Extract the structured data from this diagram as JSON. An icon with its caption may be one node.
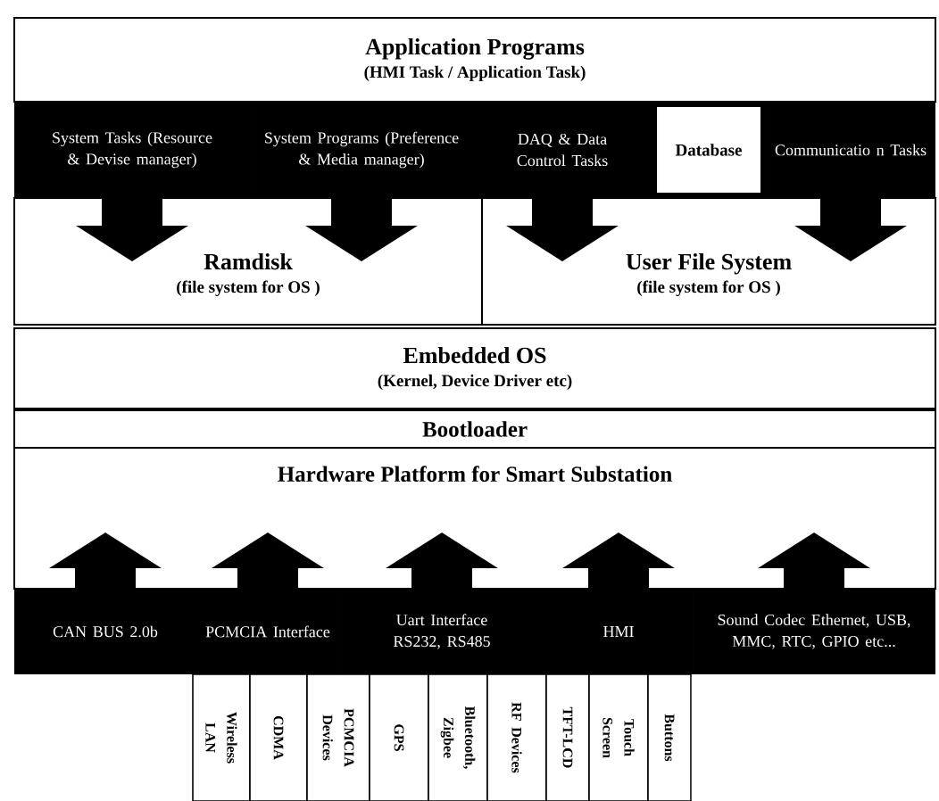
{
  "diagram": {
    "nodes": [
      {
        "text": [
          "Application Programs",
          "(HMI Task / Application Task)"
        ]
      },
      {
        "text": [
          "System Tasks (Resource & Devise manager)"
        ]
      },
      {
        "text": [
          "System Programs (Preference & Media manager)"
        ]
      },
      {
        "text": [
          "DAQ & Data Control Tasks"
        ]
      },
      {
        "text": [
          "Database"
        ]
      },
      {
        "text": [
          "Communicatio n Tasks"
        ]
      },
      {
        "text": [
          "Ramdisk",
          "(file system for OS )"
        ]
      },
      {
        "text": [
          "User File System",
          "(file system for OS )"
        ]
      },
      {
        "text": [
          "Embedded OS",
          "(Kernel, Device Driver etc)"
        ]
      },
      {
        "text": [
          "Bootloader"
        ]
      },
      {
        "text": [
          "Hardware Platform for Smart Substation"
        ]
      },
      {
        "text": [
          "CAN BUS 2.0b"
        ]
      },
      {
        "text": [
          "PCMCIA Interface"
        ]
      },
      {
        "text": [
          "Uart Interface RS232, RS485"
        ]
      },
      {
        "text": [
          "HMI"
        ]
      },
      {
        "text": [
          "Sound Codec Ethernet, USB, MMC, RTC, GPIO etc..."
        ]
      },
      {
        "text": [
          "Wireless LAN"
        ]
      },
      {
        "text": [
          "CDMA"
        ]
      },
      {
        "text": [
          "PCMCIA Devices"
        ]
      },
      {
        "text": [
          "GPS"
        ]
      },
      {
        "text": [
          "Bluetooth, Zigbee"
        ]
      },
      {
        "text": [
          "RF Devices"
        ]
      },
      {
        "text": [
          "TFT-LCD"
        ]
      },
      {
        "text": [
          "Touch Screen"
        ]
      },
      {
        "text": [
          "Buttons"
        ]
      }
    ],
    "edges": [
      {
        "from": 1,
        "to": 6,
        "arrow": "to"
      },
      {
        "from": 2,
        "to": 6,
        "arrow": "to"
      },
      {
        "from": 3,
        "to": 7,
        "arrow": "to"
      },
      {
        "from": 5,
        "to": 7,
        "arrow": "to"
      },
      {
        "from": 11,
        "to": 10,
        "arrow": "to"
      },
      {
        "from": 12,
        "to": 10,
        "arrow": "to"
      },
      {
        "from": 13,
        "to": 10,
        "arrow": "to"
      },
      {
        "from": 14,
        "to": 10,
        "arrow": "to"
      },
      {
        "from": 15,
        "to": 10,
        "arrow": "to"
      }
    ]
  }
}
